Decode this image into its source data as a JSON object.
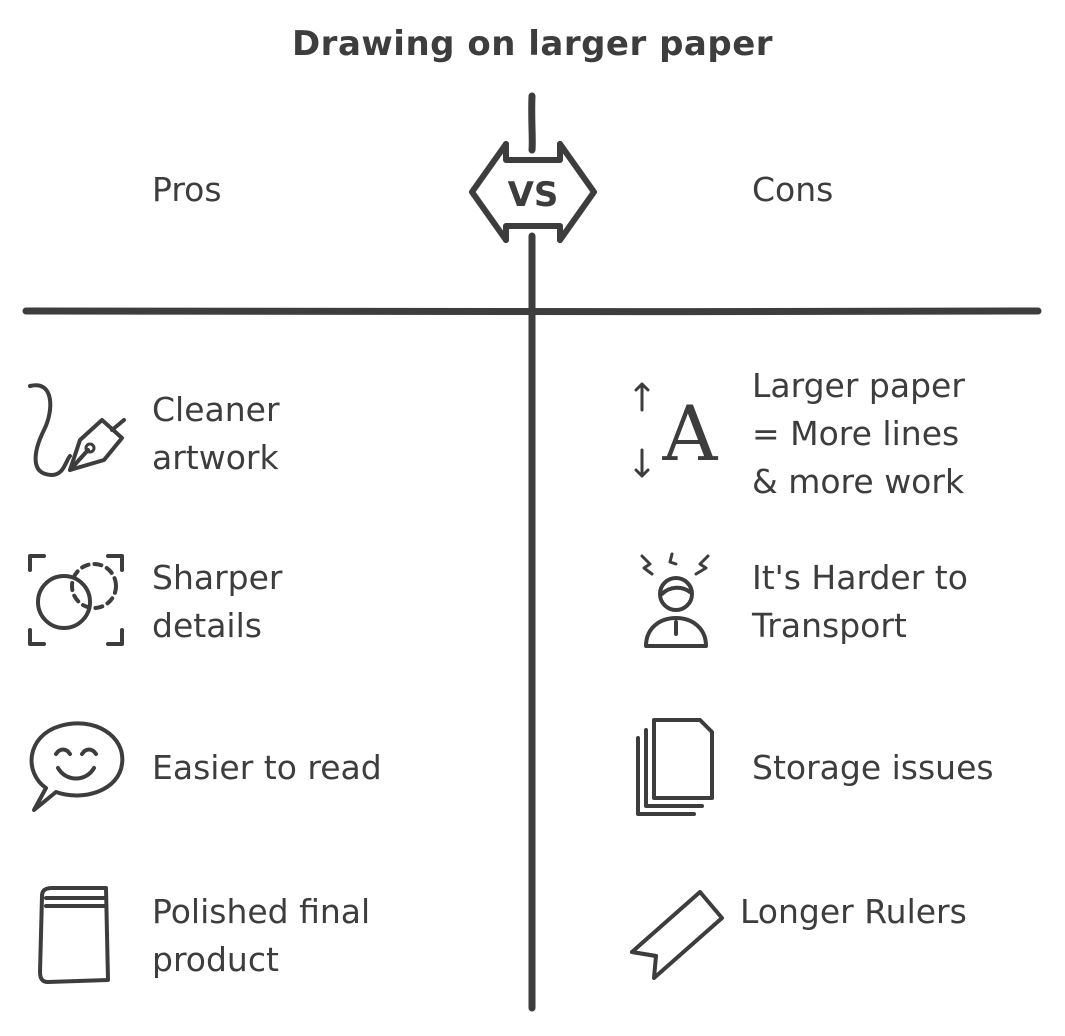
{
  "title": "Drawing on larger paper",
  "vs_label": "VS",
  "pros": {
    "heading": "Pros",
    "items": [
      {
        "text": "Cleaner\nartwork",
        "icon": "pen-nib-icon"
      },
      {
        "text": "Sharper\ndetails",
        "icon": "focus-circle-icon"
      },
      {
        "text": "Easier to read",
        "icon": "smile-speech-bubble-icon"
      },
      {
        "text": "Polished final\nproduct",
        "icon": "book-icon"
      }
    ]
  },
  "cons": {
    "heading": "Cons",
    "items": [
      {
        "text": "Larger paper\n= More lines\n& more work",
        "icon": "text-size-icon",
        "glyph": "A"
      },
      {
        "text": "It's Harder to\nTransport",
        "icon": "stressed-person-icon"
      },
      {
        "text": "Storage issues",
        "icon": "stacked-papers-icon"
      },
      {
        "text": "Longer Rulers",
        "icon": "ruler-icon"
      }
    ]
  }
}
